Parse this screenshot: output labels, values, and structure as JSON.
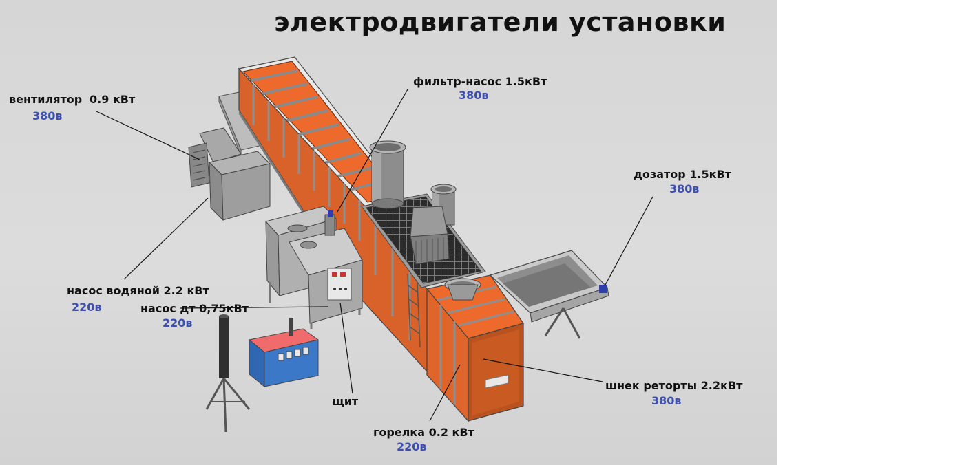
{
  "title": "электродвигатели установки",
  "labels": {
    "fan": "вентилятор",
    "fan_power": "0.9 кВт",
    "fan_voltage": "380в",
    "filter_pump": "фильтр-насос 1.5кВт",
    "filter_pump_voltage": "380в",
    "dispenser": "дозатор 1.5кВт",
    "dispenser_voltage": "380в",
    "water_pump": "насос водяной 2.2 кВт",
    "water_pump_voltage": "220в",
    "fuel_pump": "насос дт 0,75кВт",
    "fuel_pump_voltage": "220в",
    "panel": "щит",
    "retort_screw": "шнек реторты 2.2кВт",
    "retort_screw_voltage": "380в",
    "burner": "горелка 0.2 кВт",
    "burner_voltage": "220в"
  },
  "colors": {
    "accent_orange": "#ee6a2c",
    "frame_gray": "#8a8a8a",
    "voltage_text": "#3d4fb0",
    "generator_blue": "#3b78c8",
    "generator_top": "#f06b6b"
  }
}
